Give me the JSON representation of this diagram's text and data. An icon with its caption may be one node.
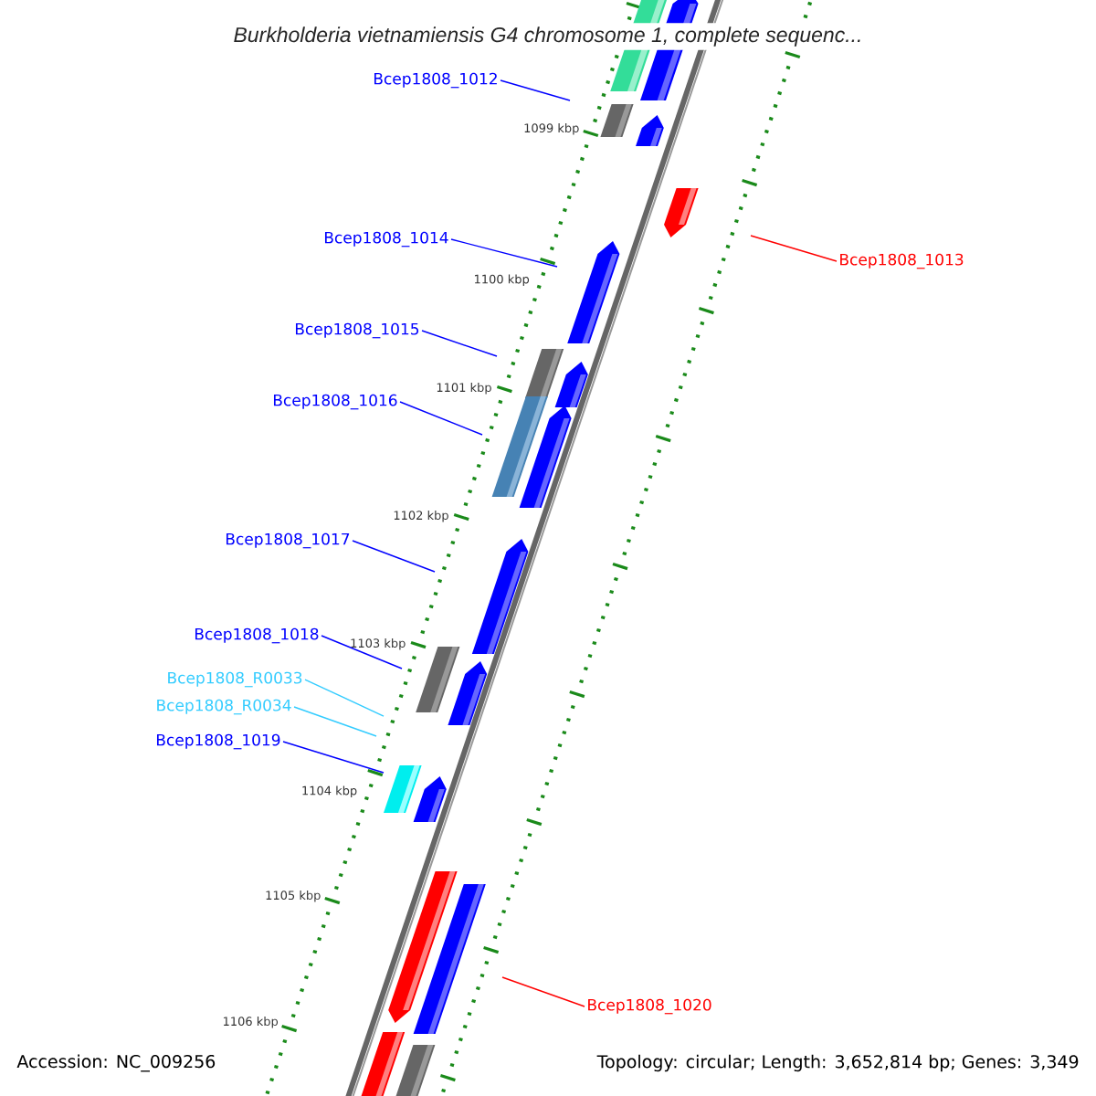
{
  "diagram": {
    "title": "Burkholderia vietnamiensis G4 chromosome 1, complete sequenc...",
    "nodes": [
      {
        "text": [
          "Bcep1808_1012"
        ]
      },
      {
        "text": [
          "Bcep1808_1014"
        ]
      },
      {
        "text": [
          "Bcep1808_1013"
        ]
      },
      {
        "text": [
          "Bcep1808_1015"
        ]
      },
      {
        "text": [
          "Bcep1808_1016"
        ]
      },
      {
        "text": [
          "Bcep1808_1017"
        ]
      },
      {
        "text": [
          "Bcep1808_1018"
        ]
      },
      {
        "text": [
          "Bcep1808_R0033"
        ]
      },
      {
        "text": [
          "Bcep1808_R0034"
        ]
      },
      {
        "text": [
          "Bcep1808_1019"
        ]
      },
      {
        "text": [
          "Bcep1808_1020"
        ]
      }
    ],
    "edges": [
      {
        "from": 0,
        "to": null,
        "arrow": "none"
      },
      {
        "from": 1,
        "to": null,
        "arrow": "none"
      },
      {
        "from": 2,
        "to": null,
        "arrow": "none",
        "color": "#ff0000"
      },
      {
        "from": 3,
        "to": null,
        "arrow": "none"
      },
      {
        "from": 4,
        "to": null,
        "arrow": "none"
      },
      {
        "from": 5,
        "to": null,
        "arrow": "none"
      },
      {
        "from": 6,
        "to": null,
        "arrow": "none"
      },
      {
        "from": 7,
        "to": null,
        "arrow": "none",
        "color": "#33ccff"
      },
      {
        "from": 8,
        "to": null,
        "arrow": "none",
        "color": "#33ccff"
      },
      {
        "from": 9,
        "to": null,
        "arrow": "none"
      },
      {
        "from": 10,
        "to": null,
        "arrow": "none",
        "color": "#ff0000"
      }
    ],
    "labels": [
      "1099 kbp",
      "1100 kbp",
      "1101 kbp",
      "1102 kbp",
      "1103 kbp",
      "1104 kbp",
      "1105 kbp",
      "1106 kbp",
      "Accession: NC_009256",
      "Topology: circular; Length: 3,652,814 bp; Genes: 3,349"
    ]
  }
}
